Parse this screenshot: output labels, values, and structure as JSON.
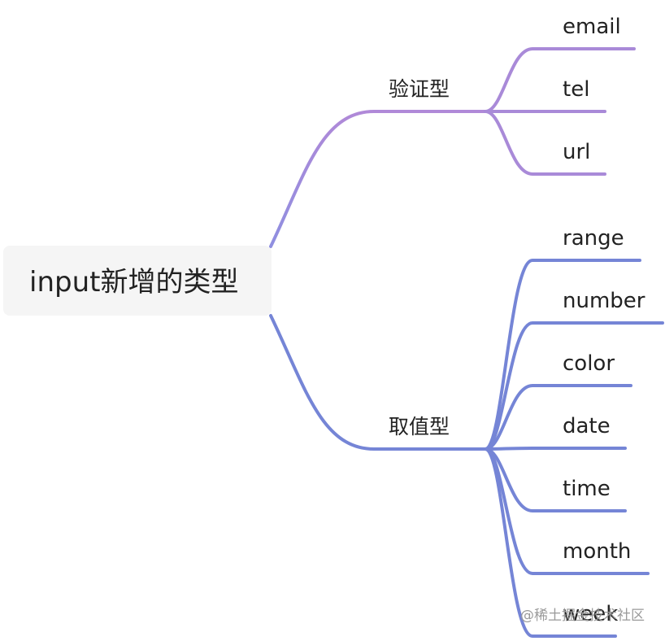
{
  "mindmap": {
    "root": {
      "label": "input新增的类型"
    },
    "branches": [
      {
        "label": "验证型",
        "color": "#a98ad8",
        "children": [
          "email",
          "tel",
          "url"
        ]
      },
      {
        "label": "取值型",
        "color": "#7585d6",
        "children": [
          "range",
          "number",
          "color",
          "date",
          "time",
          "month",
          "week"
        ]
      }
    ]
  },
  "watermark": {
    "text": "@稀土掘金技术社区"
  }
}
